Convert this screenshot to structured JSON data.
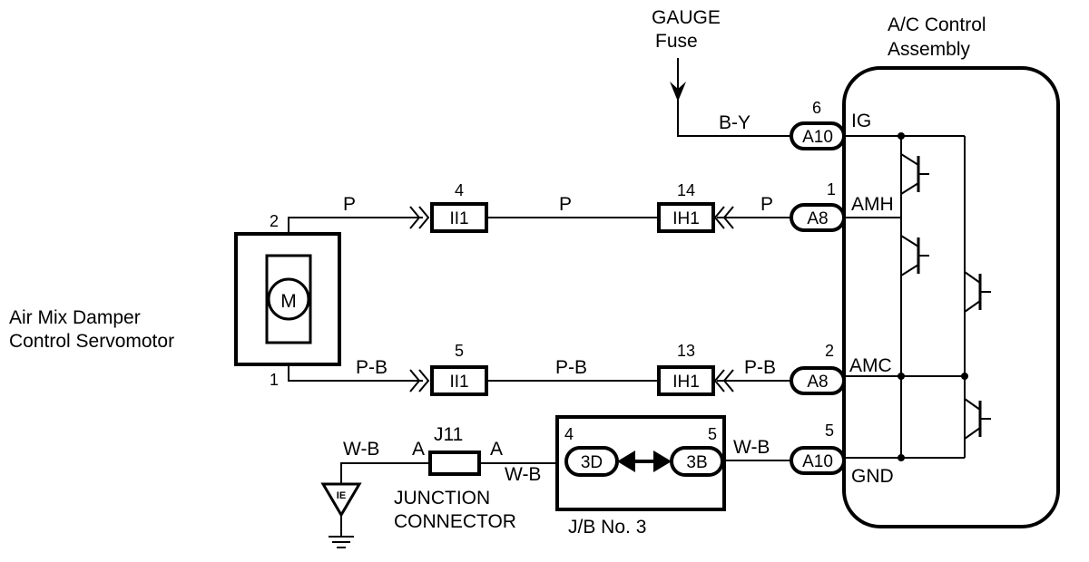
{
  "fuse": {
    "line1": "GAUGE",
    "line2": "Fuse"
  },
  "ac_assembly": {
    "line1": "A/C Control",
    "line2": "Assembly"
  },
  "ac_terminals": {
    "ig": "IG",
    "amh": "AMH",
    "amc": "AMC",
    "gnd": "GND"
  },
  "servomotor": {
    "line1": "Air Mix Damper",
    "line2": "Control Servomotor",
    "symbol": "M",
    "pin_top": "2",
    "pin_bottom": "1"
  },
  "wire_colors": {
    "b_y": "B-Y",
    "p": "P",
    "p_b": "P-B",
    "w_b": "W-B"
  },
  "connectors": {
    "a10_top": {
      "id": "A10",
      "pin": "6"
    },
    "a8_top": {
      "id": "A8",
      "pin": "1"
    },
    "a8_bottom": {
      "id": "A8",
      "pin": "2"
    },
    "a10_bottom": {
      "id": "A10",
      "pin": "5"
    },
    "ih1_top": {
      "id": "IH1",
      "pin": "14"
    },
    "ih1_bottom": {
      "id": "IH1",
      "pin": "13"
    },
    "ii1_top": {
      "id": "II1",
      "pin": "4"
    },
    "ii1_bottom": {
      "id": "II1",
      "pin": "5"
    }
  },
  "jb": {
    "label": "J/B No. 3",
    "left_id": "3D",
    "left_pin": "4",
    "right_id": "3B",
    "right_pin": "5"
  },
  "junction": {
    "id": "J11",
    "pin_left": "A",
    "pin_right": "A",
    "line1": "JUNCTION",
    "line2": "CONNECTOR"
  },
  "ground": {
    "id": "IE"
  }
}
